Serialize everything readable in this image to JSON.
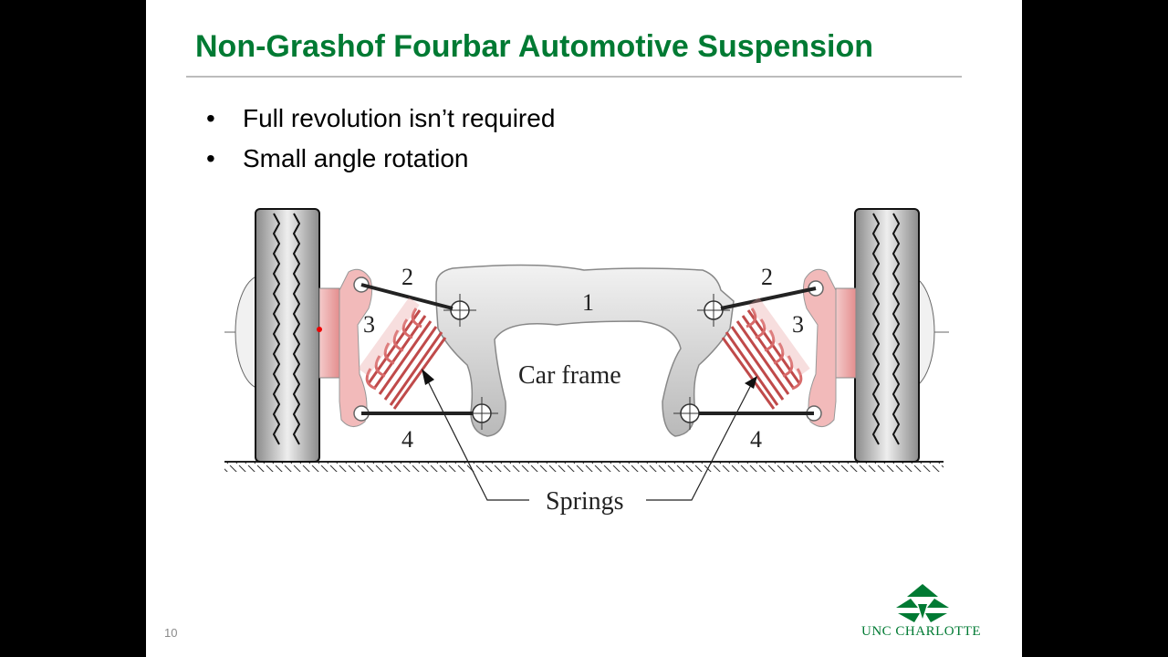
{
  "slide": {
    "title": "Non-Grashof Fourbar Automotive Suspension",
    "bullets": [
      "Full revolution isn’t required",
      "Small angle rotation"
    ],
    "page_number": "10"
  },
  "figure": {
    "labels": {
      "link1": "1",
      "link2": "2",
      "link3": "3",
      "link4": "4",
      "car_frame": "Car frame",
      "springs": "Springs"
    }
  },
  "logo": {
    "text": "UNC CHARLOTTE",
    "color": "#007a33"
  },
  "colors": {
    "title": "#007a33",
    "spring": "#e07a7a",
    "knuckle": "#f0b7b7",
    "frame": "#c8c8c8"
  }
}
